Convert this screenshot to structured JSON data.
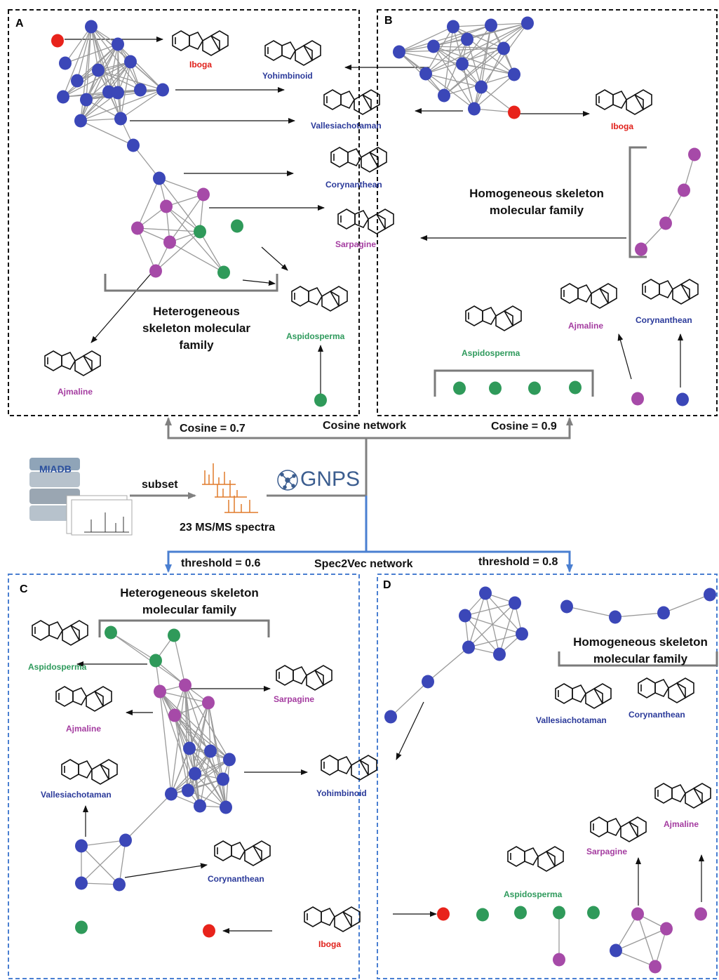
{
  "panels": {
    "a": {
      "label": "A"
    },
    "b": {
      "label": "B"
    },
    "c": {
      "label": "C"
    },
    "d": {
      "label": "D"
    }
  },
  "families": {
    "hetero_a": "Heterogeneous skeleton molecular family",
    "homo_b": "Homogeneous skeleton molecular family",
    "hetero_c": "Heterogeneous skeleton molecular family",
    "homo_d": "Homogeneous skeleton molecular family"
  },
  "molecules": {
    "iboga": "Iboga",
    "yohimbinoid": "Yohimbinoid",
    "vallesiachotaman": "Vallesiachotaman",
    "corynanthean": "Corynanthean",
    "sarpagine": "Sarpagine",
    "aspidosperma": "Aspidosperma",
    "ajmaline": "Ajmaline"
  },
  "workflow": {
    "database": "MIADB",
    "subset": "subset",
    "spectra": "23 MS/MS spectra",
    "gnps": "GNPS",
    "cosine_network": "Cosine network",
    "cosine_07": "Cosine = 0.7",
    "cosine_09": "Cosine = 0.9",
    "spec2vec_network": "Spec2Vec network",
    "threshold_06": "threshold = 0.6",
    "threshold_08": "threshold = 0.8"
  },
  "colors": {
    "blue": "#3b47b8",
    "red": "#e8231b",
    "purple": "#a64aa8",
    "green": "#2f9a5a",
    "edge": "#9a9a9a",
    "cosine_line": "#808080",
    "spec2vec_line": "#4a7fd1",
    "spectra": "#e07a2a"
  }
}
